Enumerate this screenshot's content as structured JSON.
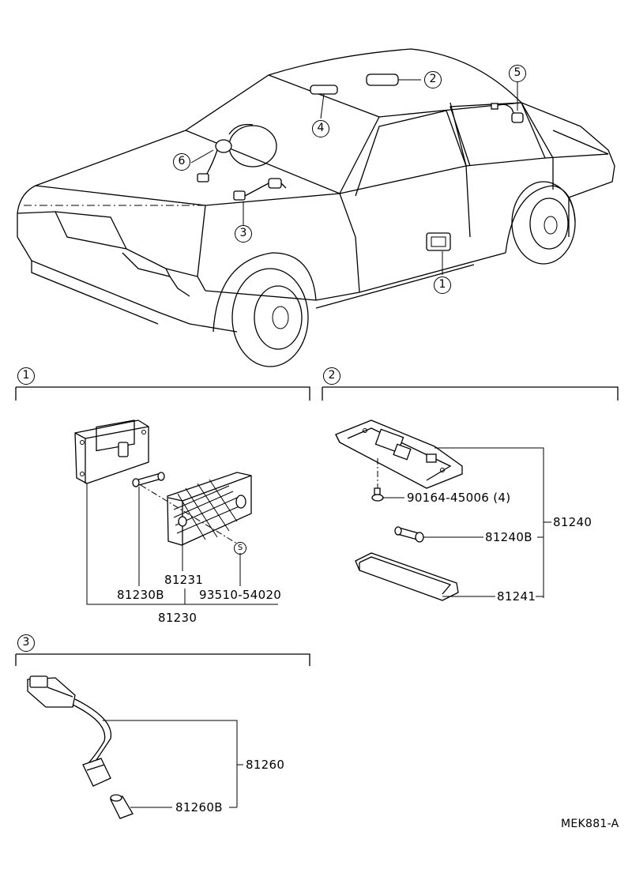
{
  "overview": {
    "callouts": [
      "1",
      "2",
      "3",
      "4",
      "5",
      "6"
    ]
  },
  "section1": {
    "marker": "1",
    "parts": {
      "bulb": "81230B",
      "lens": "81231",
      "screw_symbol": "S",
      "screw": "93510-54020",
      "assembly": "81230"
    }
  },
  "section2": {
    "marker": "2",
    "parts": {
      "screw": "90164-45006",
      "screw_qty": "(4)",
      "assembly": "81240",
      "bulb": "81240B",
      "lens": "81241"
    }
  },
  "section3": {
    "marker": "3",
    "parts": {
      "assembly": "81260",
      "bulb": "81260B"
    }
  },
  "footer": {
    "code": "MEK881-A"
  }
}
